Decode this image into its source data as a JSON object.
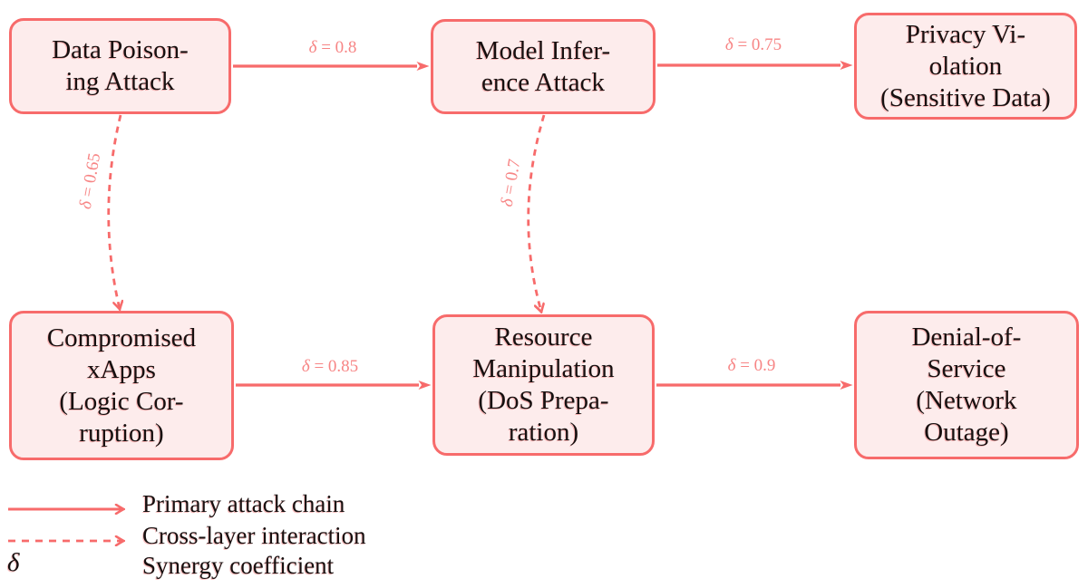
{
  "diagram": {
    "nodes": [
      {
        "id": "data-poisoning",
        "lines": [
          "Data Poison-",
          "ing Attack"
        ]
      },
      {
        "id": "model-inference",
        "lines": [
          "Model Infer-",
          "ence Attack"
        ]
      },
      {
        "id": "privacy-violation",
        "lines": [
          "Privacy Vi-",
          "olation",
          "(Sensitive Data)"
        ]
      },
      {
        "id": "compromised-xapps",
        "lines": [
          "Compromised",
          "xApps",
          "(Logic Cor-",
          "ruption)"
        ]
      },
      {
        "id": "resource-manipulation",
        "lines": [
          "Resource",
          "Manipulation",
          "(DoS Prepa-",
          "ration)"
        ]
      },
      {
        "id": "denial-of-service",
        "lines": [
          "Denial-of-",
          "Service",
          "(Network",
          "Outage)"
        ]
      }
    ],
    "edges": [
      {
        "from": "data-poisoning",
        "to": "model-inference",
        "type": "primary",
        "label": "δ = 0.8"
      },
      {
        "from": "model-inference",
        "to": "privacy-violation",
        "type": "primary",
        "label": "δ = 0.75"
      },
      {
        "from": "compromised-xapps",
        "to": "resource-manipulation",
        "type": "primary",
        "label": "δ = 0.85"
      },
      {
        "from": "resource-manipulation",
        "to": "denial-of-service",
        "type": "primary",
        "label": "δ = 0.9"
      },
      {
        "from": "data-poisoning",
        "to": "compromised-xapps",
        "type": "cross-layer",
        "label": "δ = 0.65"
      },
      {
        "from": "model-inference",
        "to": "resource-manipulation",
        "type": "cross-layer",
        "label": "δ = 0.7"
      }
    ],
    "legend": [
      {
        "symbol": "solid-arrow",
        "label": "Primary attack chain"
      },
      {
        "symbol": "dashed-arrow",
        "label": "Cross-layer interaction"
      },
      {
        "symbol": "δ",
        "label": "Synergy coefficient"
      }
    ],
    "colors": {
      "stroke": "#f76b6b",
      "node_fill": "#fdecec",
      "edge_label": "#f78585",
      "text": "#171010",
      "background": "#ffffff"
    }
  }
}
